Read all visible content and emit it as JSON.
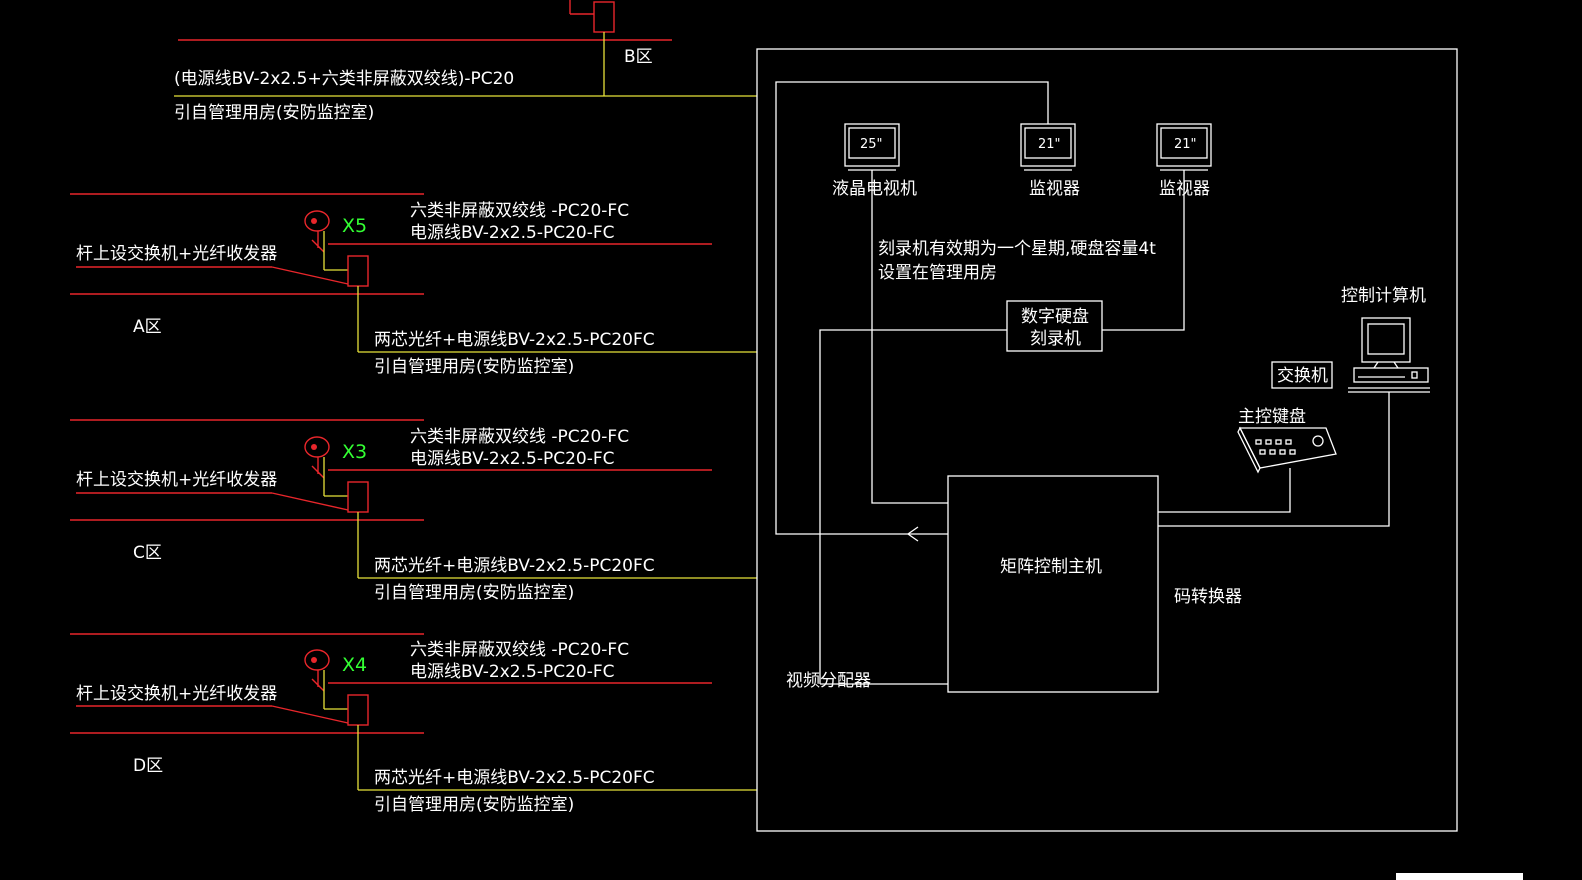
{
  "zone_b": {
    "name": "B区",
    "cable": "(电源线BV-2x2.5+六类非屏蔽双绞线)-PC20",
    "route": "引自管理用房(安防监控室)"
  },
  "zones": [
    {
      "name": "A区",
      "camera": "X5",
      "cable_utp": "六类非屏蔽双绞线 -PC20-FC",
      "cable_power": "电源线BV-2x2.5-PC20-FC",
      "pole": "杆上设交换机+光纤收发器",
      "fiber": "两芯光纤+电源线BV-2x2.5-PC20FC",
      "route": "引自管理用房(安防监控室)"
    },
    {
      "name": "C区",
      "camera": "X3",
      "cable_utp": "六类非屏蔽双绞线 -PC20-FC",
      "cable_power": "电源线BV-2x2.5-PC20-FC",
      "pole": "杆上设交换机+光纤收发器",
      "fiber": "两芯光纤+电源线BV-2x2.5-PC20FC",
      "route": "引自管理用房(安防监控室)"
    },
    {
      "name": "D区",
      "camera": "X4",
      "cable_utp": "六类非屏蔽双绞线 -PC20-FC",
      "cable_power": "电源线BV-2x2.5-PC20-FC",
      "pole": "杆上设交换机+光纤收发器",
      "fiber": "两芯光纤+电源线BV-2x2.5-PC20FC",
      "route": "引自管理用房(安防监控室)"
    }
  ],
  "room": {
    "monitors": [
      {
        "size": "25\"",
        "label": "液晶电视机"
      },
      {
        "size": "21\"",
        "label": "监视器"
      },
      {
        "size": "21\"",
        "label": "监视器"
      }
    ],
    "recorder_note_1": "刻录机有效期为一个星期,硬盘容量4t",
    "recorder_note_2": "设置在管理用房",
    "dvr_line_1": "数字硬盘",
    "dvr_line_2": "刻录机",
    "computer": "控制计算机",
    "switch": "交换机",
    "keyboard": "主控键盘",
    "matrix": "矩阵控制主机",
    "code_converter": "码转换器",
    "video_distributor": "视频分配器"
  },
  "colors": {
    "background": "#000000",
    "power_cable": "#e8262b",
    "signal_cable": "#e6e23a",
    "equipment": "#ffffff",
    "camera_tag": "#33ff33"
  }
}
